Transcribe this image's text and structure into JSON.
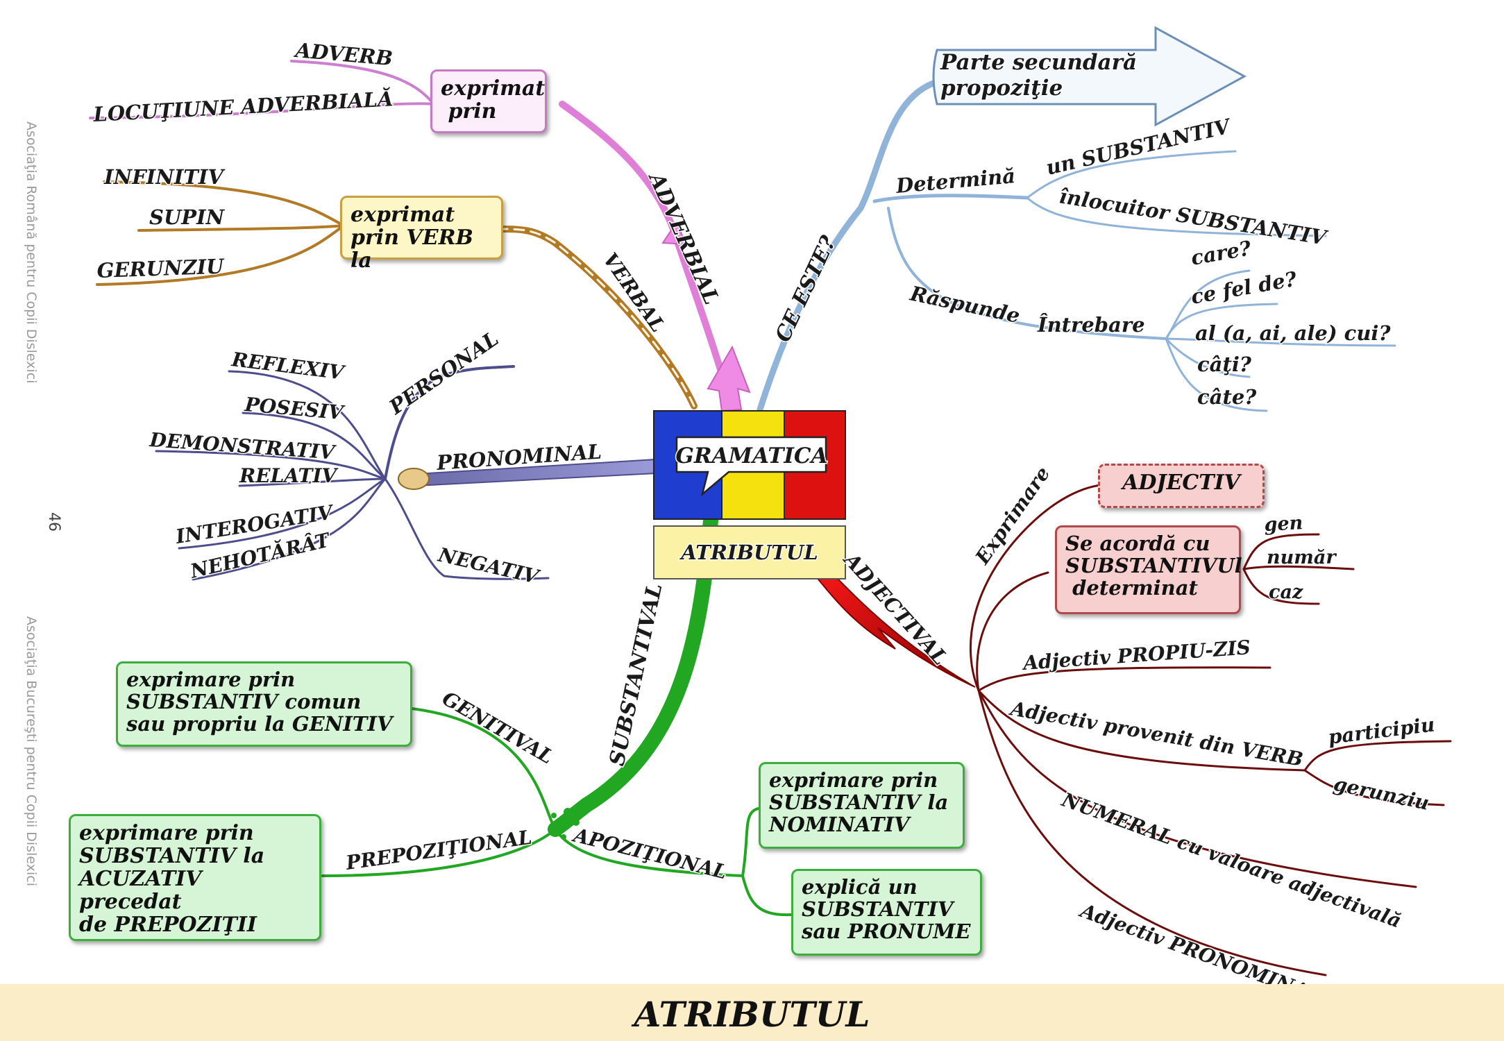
{
  "center": {
    "title": "GRAMATICA",
    "subtitle": "ATRIBUTUL"
  },
  "colors": {
    "blue_branch": "#8fb3d9",
    "verbal_branch": "#b37a26",
    "adverbial_branch": "#e07fd8",
    "pronominal_branch": "#4d4c8c",
    "substantival_branch": "#22a722",
    "adjectival_branch": "#6b0d0d",
    "flag_blue": "#1f3ecf",
    "flag_yellow": "#f5e10e",
    "flag_red": "#de1111"
  },
  "ce_este": {
    "branch": "CE ESTE?",
    "arrow_text": [
      "Parte secundară",
      "propoziţie"
    ],
    "determina": "Determină",
    "determina_items": [
      "un SUBSTANTIV",
      "înlocuitor SUBSTANTIV"
    ],
    "raspunde": "Răspunde",
    "intrebare": "Întrebare",
    "questions": [
      "care?",
      "ce fel de?",
      "al (a, ai, ale) cui?",
      "câţi?",
      "câte?"
    ]
  },
  "adverbial": {
    "branch": "ADVERBIAL",
    "box": [
      "exprimat",
      " prin"
    ],
    "items": [
      "ADVERB",
      "LOCUŢIUNE ADVERBIALĂ"
    ]
  },
  "verbal": {
    "branch": "VERBAL",
    "box": [
      "exprimat",
      "prin VERB la"
    ],
    "items": [
      "INFINITIV",
      "SUPIN",
      "GERUNZIU"
    ]
  },
  "pronominal": {
    "branch": "PRONOMINAL",
    "personal": "PERSONAL",
    "negativ": "NEGATIV",
    "items": [
      "REFLEXIV",
      "POSESIV",
      "DEMONSTRATIV",
      "RELATIV",
      "INTEROGATIV",
      "NEHOTĂRÂT"
    ]
  },
  "adjectival": {
    "branch": "ADJECTIVAL",
    "exprimare": "Exprimare",
    "adjectiv_box": "ADJECTIV",
    "acord_box": [
      "Se acordă cu",
      "SUBSTANTIVUl",
      " determinat"
    ],
    "acord_items": [
      "gen",
      "număr",
      "caz"
    ],
    "propriu_zis": "Adjectiv PROPIU-ZIS",
    "din_verb": "Adjectiv provenit din VERB",
    "verb_items": [
      "participiu",
      "gerunziu"
    ],
    "numeral": "NUMERAL cu valoare adjectivală",
    "pronominal": "Adjectiv PRONOMINAL"
  },
  "substantival": {
    "branch": "SUBSTANTIVAL",
    "genitival": "GENITIVAL",
    "genitival_box": [
      "exprimare prin",
      "SUBSTANTIV comun",
      "sau propriu la GENITIV"
    ],
    "prepozitional": "PREPOZIŢIONAL",
    "prepozitional_box": [
      "exprimare prin",
      "SUBSTANTIV la",
      "ACUZATIV precedat",
      "de PREPOZIŢII"
    ],
    "apozitional": "APOZIŢIONAL",
    "apoz_box1": [
      "exprimare prin",
      "SUBSTANTIV la",
      "NOMINATIV"
    ],
    "apoz_box2": [
      "explică un",
      "SUBSTANTIV",
      "sau PRONUME"
    ]
  },
  "side_notes": {
    "top": "Asociaţia Română pentru Copii Dislexici",
    "page_number": "46",
    "bottom": "Asociaţia Bucureşti pentru Copii Dislexici"
  },
  "footer_title": "ATRIBUTUL"
}
